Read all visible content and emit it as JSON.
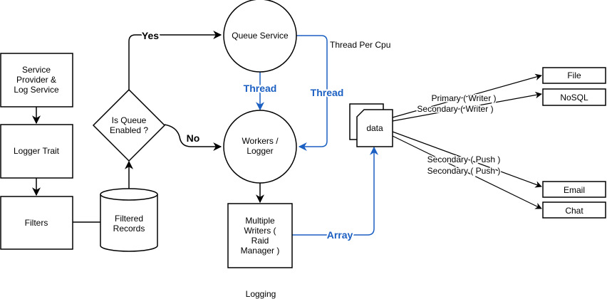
{
  "colors": {
    "stroke": "#000000",
    "accent": "#1b5fc2",
    "background": "#ffffff"
  },
  "nodes": {
    "service_provider": [
      "Service",
      "Provider &",
      "Log Service"
    ],
    "logger_trait": [
      "Logger Trait"
    ],
    "filters": [
      "Filters"
    ],
    "filtered_records": [
      "Filtered",
      "Records"
    ],
    "is_queue_enabled": [
      "Is Queue",
      "Enabled ?"
    ],
    "queue_service": [
      "Queue Service"
    ],
    "workers_logger": [
      "Workers /",
      "Logger"
    ],
    "multiple_writers": [
      "Multiple",
      "Writers (",
      "Raid",
      "Manager )"
    ],
    "data": [
      "data"
    ],
    "file": [
      "File"
    ],
    "nosql": [
      "NoSQL"
    ],
    "email": [
      "Email"
    ],
    "chat": [
      "Chat"
    ]
  },
  "edge_labels": {
    "yes": "Yes",
    "no": "No",
    "thread_vertical": "Thread",
    "thread_side": "Thread",
    "thread_per_cpu": "Thread Per Cpu",
    "array": "Array",
    "primary_writer": "Primary ( Writer )",
    "secondary_writer": "Secondary ( Writer )",
    "secondary_push_1": "Secondary ( Push  )",
    "secondary_push_2": "Secondary ( Push )"
  },
  "footer": {
    "caption": "Logging"
  }
}
